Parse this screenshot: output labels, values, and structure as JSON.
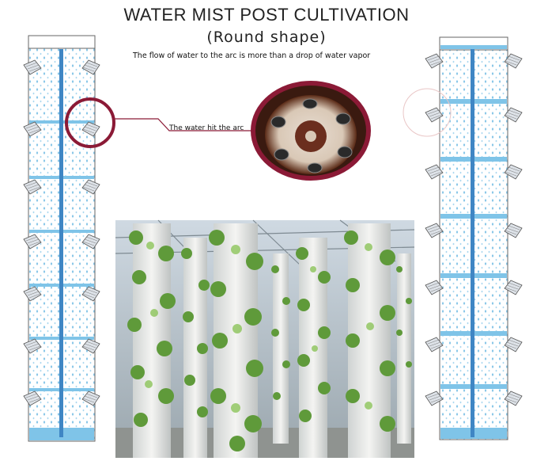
{
  "header": {
    "title": "WATER MIST POST CULTIVATION",
    "subtitle": "(Round shape)",
    "caption": "The flow of water to the arc is more than a drop of water vapor"
  },
  "callout": {
    "label": "The water hit the arc"
  },
  "colors": {
    "pipe": "#3f86c4",
    "water": "#7fc4e8",
    "callout_ring": "#8b1a36",
    "tower_outline": "#666666",
    "plant_green": "#5f9a3a"
  },
  "icons": {
    "pot": "net-pot-icon",
    "plant": "leafy-plant-icon"
  }
}
